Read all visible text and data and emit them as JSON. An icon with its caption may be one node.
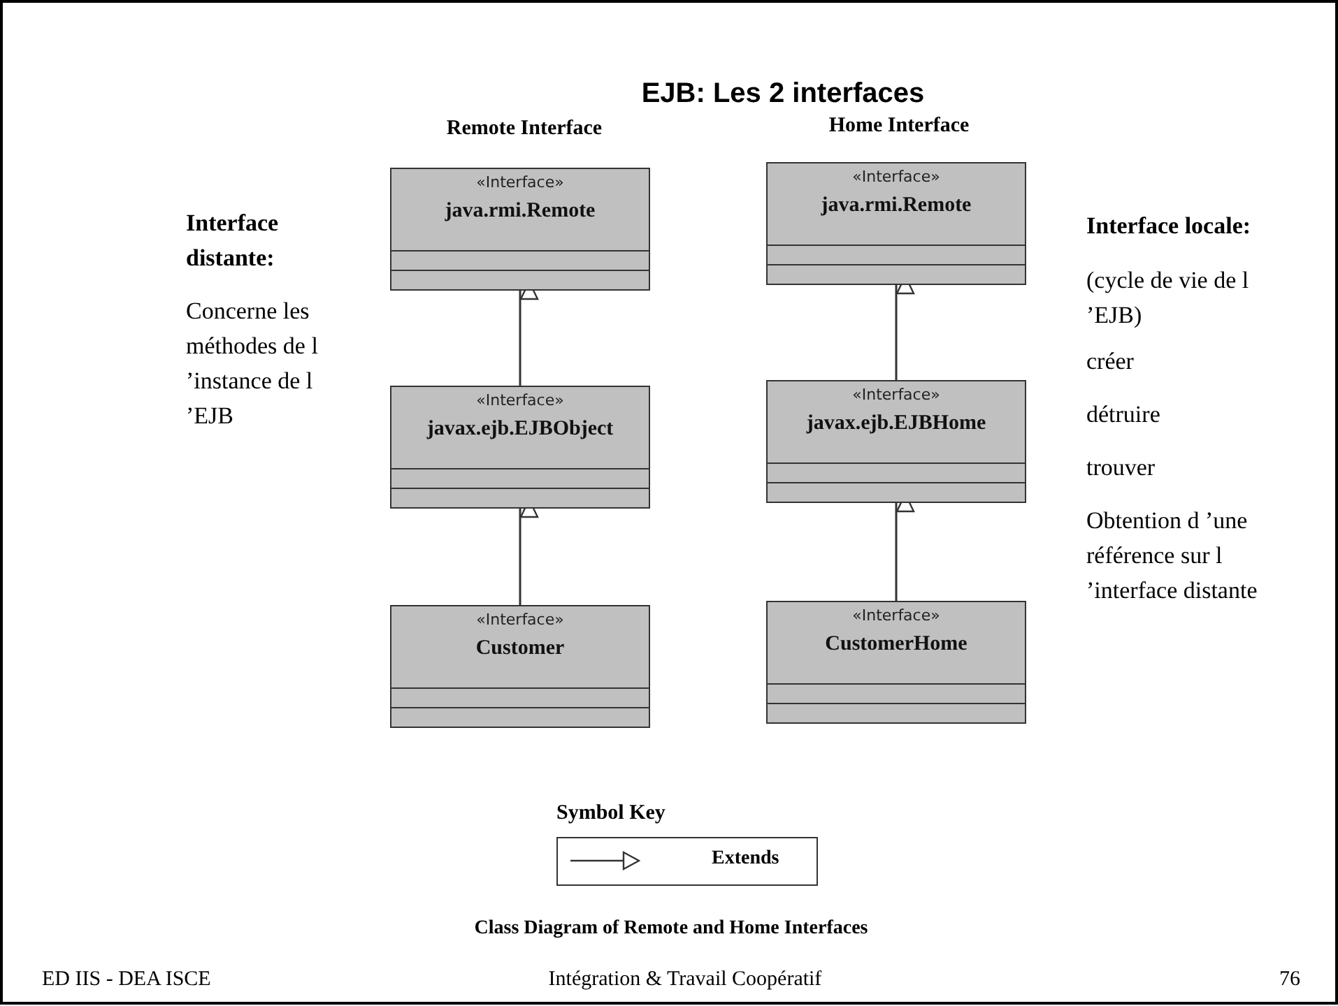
{
  "diagram": {
    "title": "EJB: Les 2 interfaces",
    "caption": "Class Diagram of Remote and Home Interfaces",
    "nodes": [
      {
        "text": [
          "«Interface»",
          "java.rmi.Remote"
        ]
      },
      {
        "text": [
          "«Interface»",
          "javax.ejb.EJBObject"
        ]
      },
      {
        "text": [
          "«Interface»",
          "Customer"
        ]
      },
      {
        "text": [
          "«Interface»",
          "java.rmi.Remote"
        ]
      },
      {
        "text": [
          "«Interface»",
          "javax.ejb.EJBHome"
        ]
      },
      {
        "text": [
          "«Interface»",
          "CustomerHome"
        ]
      }
    ],
    "edges": [
      {
        "from": 1,
        "to": 0,
        "arrow": "to"
      },
      {
        "from": 2,
        "to": 1,
        "arrow": "to"
      },
      {
        "from": 4,
        "to": 3,
        "arrow": "to"
      },
      {
        "from": 5,
        "to": 4,
        "arrow": "to"
      }
    ],
    "labels": [
      "Remote Interface",
      "Home Interface",
      "Interface distante:",
      "Concerne les méthodes de l ’instance de l ’EJB",
      "Interface locale:",
      "(cycle de vie de l ’EJB)",
      "créer",
      "détruire",
      "trouver",
      "Obtention d ’une référence sur l ’interface distante",
      "Symbol Key",
      "ED IIS - DEA ISCE",
      "Intégration & Travail Coopératif",
      "76"
    ],
    "legend": [
      {
        "text": "Extends"
      }
    ]
  }
}
